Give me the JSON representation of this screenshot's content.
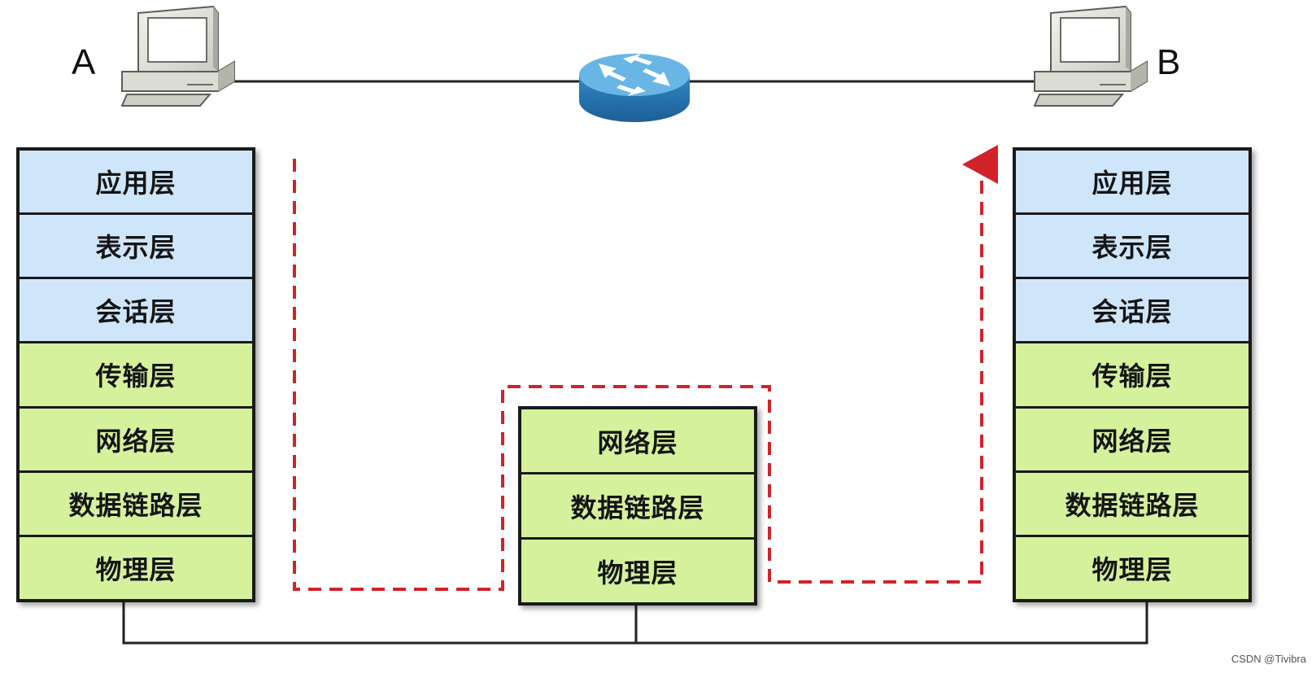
{
  "hosts": {
    "a": {
      "label": "A"
    },
    "b": {
      "label": "B"
    }
  },
  "host_stack_layers": [
    {
      "label": "应用层",
      "group": "upper"
    },
    {
      "label": "表示层",
      "group": "upper"
    },
    {
      "label": "会话层",
      "group": "upper"
    },
    {
      "label": "传输层",
      "group": "lower"
    },
    {
      "label": "网络层",
      "group": "lower"
    },
    {
      "label": "数据链路层",
      "group": "lower"
    },
    {
      "label": "物理层",
      "group": "lower"
    }
  ],
  "router_stack_layers": [
    {
      "label": "网络层",
      "group": "lower"
    },
    {
      "label": "数据链路层",
      "group": "lower"
    },
    {
      "label": "物理层",
      "group": "lower"
    }
  ],
  "watermark": "CSDN @Tivibra",
  "colors": {
    "upper_layer_fill": "#cfe6fa",
    "lower_layer_fill": "#d5f19c",
    "data_path": "#d0242a",
    "router_body": "#2f86c6",
    "router_top": "#69b6e6",
    "link_line": "#222222"
  },
  "icons": {
    "host_a": "computer-icon",
    "host_b": "computer-icon",
    "router": "router-icon"
  }
}
